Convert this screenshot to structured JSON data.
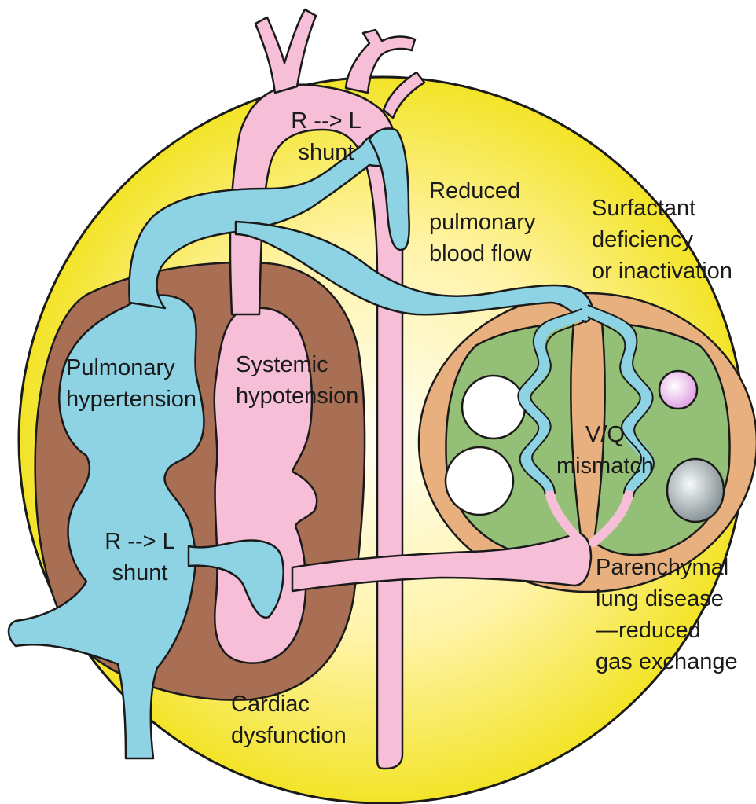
{
  "labels": {
    "shunt_top": [
      "R --> L",
      "shunt"
    ],
    "reduced_flow": [
      "Reduced",
      "pulmonary",
      "blood flow"
    ],
    "surfactant": [
      "Surfactant",
      "deficiency",
      "or inactivation"
    ],
    "pulm_htn": [
      "Pulmonary",
      "hypertension"
    ],
    "sys_hypo": [
      "Systemic",
      "hypotension"
    ],
    "vq": [
      "V/Q",
      "mismatch"
    ],
    "shunt_heart": [
      "R --> L",
      "shunt"
    ],
    "parenchymal": [
      "Parenchymal",
      "lung disease",
      "—reduced",
      "gas exchange"
    ],
    "cardiac": [
      "Cardiac",
      "dysfunction"
    ]
  },
  "colors": {
    "background_glow": "#f5e82a",
    "glow_center": "#fffbe0",
    "deoxygenated": "#8ed3e3",
    "oxygenated": "#f7bfd7",
    "myocardium": "#a86f55",
    "lung_outer": "#e8b07e",
    "lung_lobe": "#94bf76",
    "alveolus_pink": "#eab3e8",
    "alveolus_gray": "#a9b6ba",
    "outline": "#1a1a1a"
  }
}
